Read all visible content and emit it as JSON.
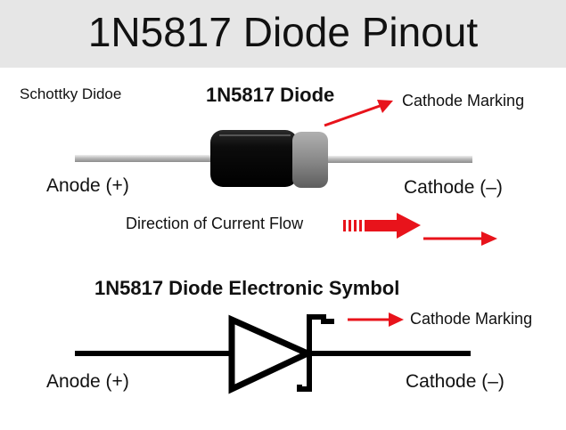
{
  "title": "1N5817 Diode Pinout",
  "subtitle": "Schottky Didoe",
  "photo_section": {
    "part_label": "1N5817 Diode",
    "marking_label": "Cathode Marking",
    "anode_label": "Anode (+)",
    "cathode_label": "Cathode (–)",
    "current_flow_label": "Direction of Current Flow"
  },
  "symbol_section": {
    "title": "1N5817 Diode Electronic Symbol",
    "marking_label": "Cathode Marking",
    "anode_label": "Anode (+)",
    "cathode_label": "Cathode (–)"
  },
  "colors": {
    "header_bg": "#e6e6e6",
    "arrow_red": "#e8131b",
    "diode_body": "#111111",
    "cathode_band": "#8f8f8f",
    "lead": "#c4c4c4"
  }
}
